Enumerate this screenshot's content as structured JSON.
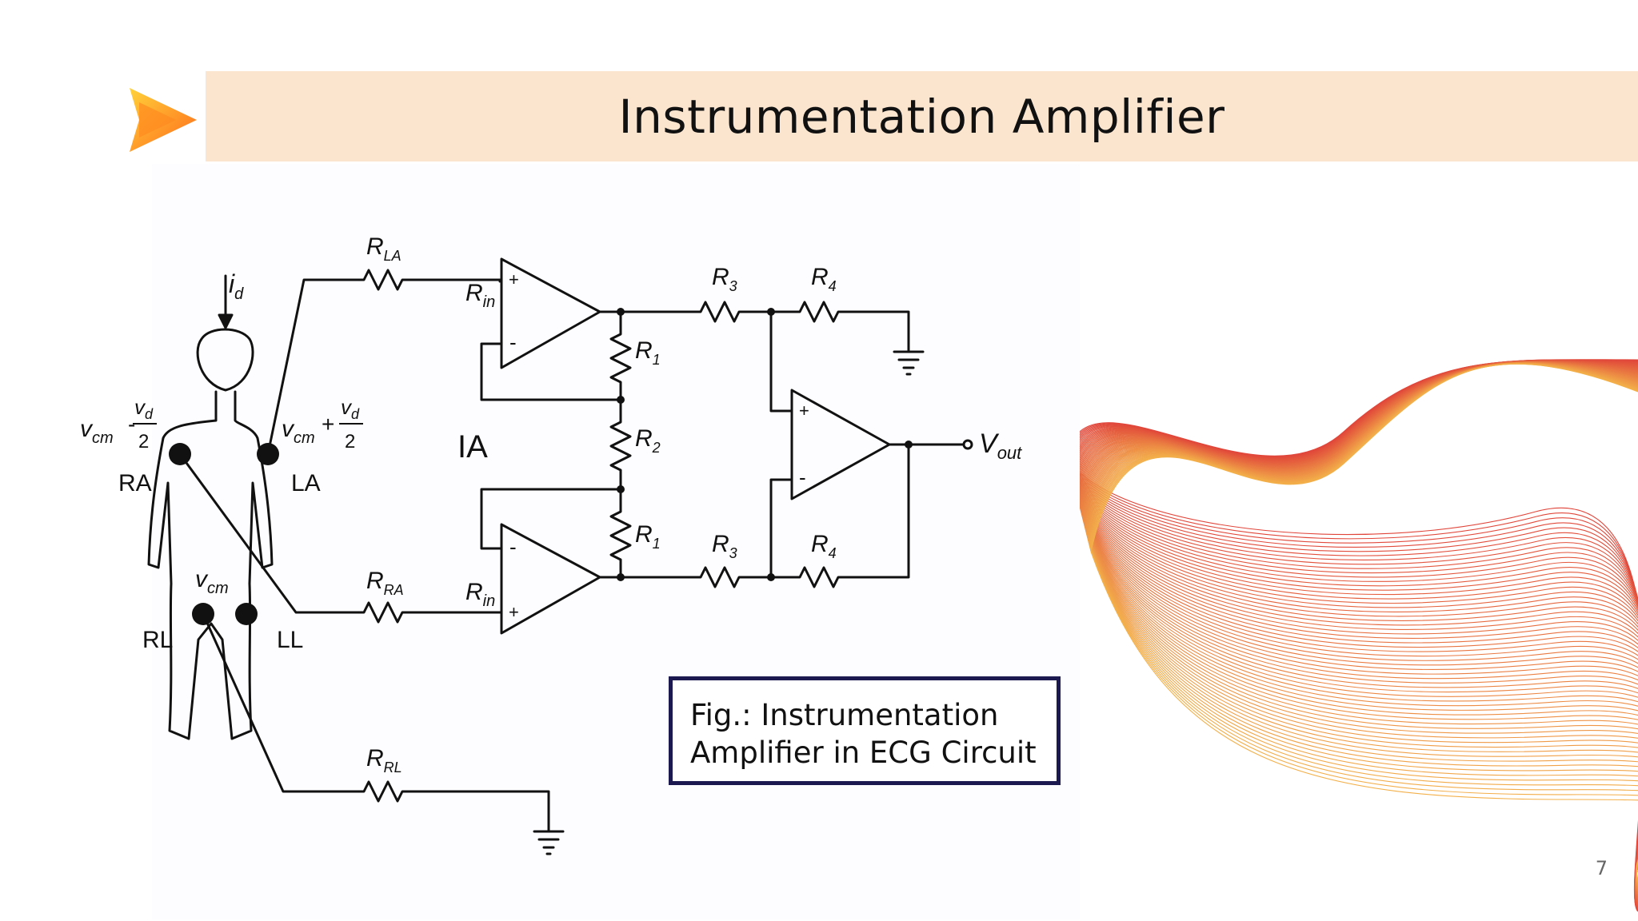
{
  "slide": {
    "title": "Instrumentation Amplifier",
    "caption": "Fig.: Instrumentation Amplifier in ECG Circuit",
    "page_number": "7"
  },
  "diagram": {
    "block_label": "IA",
    "electrodes": {
      "ra": "RA",
      "la": "LA",
      "rl": "RL",
      "ll": "LL"
    },
    "current": {
      "sym": "i",
      "sub": "d"
    },
    "vcm_body": {
      "sym": "v",
      "sub": "cm"
    },
    "ra_voltage": {
      "sym": "v",
      "sub": "cm",
      "op": "-",
      "num": "v",
      "num_sub": "d",
      "den": "2"
    },
    "la_voltage": {
      "sym": "v",
      "sub": "cm",
      "op": "+",
      "num": "v",
      "num_sub": "d",
      "den": "2"
    },
    "resistors": {
      "rla": {
        "sym": "R",
        "sub": "LA"
      },
      "rra": {
        "sym": "R",
        "sub": "RA"
      },
      "rrl": {
        "sym": "R",
        "sub": "RL"
      },
      "rin_top": {
        "sym": "R",
        "sub": "in"
      },
      "rin_bot": {
        "sym": "R",
        "sub": "in"
      },
      "r1_top": {
        "sym": "R",
        "sub": "1"
      },
      "r2": {
        "sym": "R",
        "sub": "2"
      },
      "r1_bot": {
        "sym": "R",
        "sub": "1"
      },
      "r3_top": {
        "sym": "R",
        "sub": "3"
      },
      "r4_top": {
        "sym": "R",
        "sub": "4"
      },
      "r3_bot": {
        "sym": "R",
        "sub": "3"
      },
      "r4_bot": {
        "sym": "R",
        "sub": "4"
      }
    },
    "output": {
      "sym": "V",
      "sub": "out"
    },
    "opamp_signs": {
      "plus": "+",
      "minus": "-"
    }
  },
  "colors": {
    "title_band": "#fbe5cf",
    "caption_border": "#1c1850",
    "mesh_start": "#e0453a",
    "mesh_end": "#f3b04a"
  },
  "icons": {
    "logo": "play-arrow-logo"
  }
}
